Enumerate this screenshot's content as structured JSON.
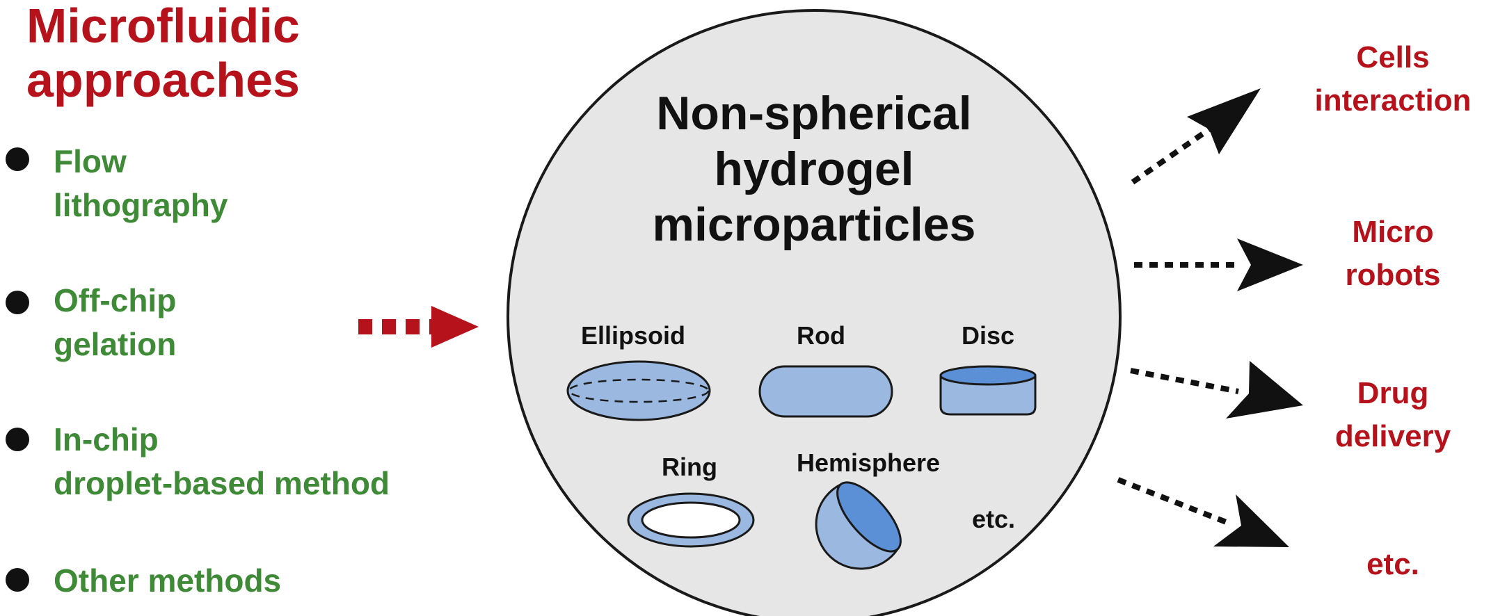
{
  "left": {
    "title_line1": "Microfluidic",
    "title_line2": "approaches",
    "methods": [
      {
        "line1": "Flow",
        "line2": "lithography"
      },
      {
        "line1": "Off-chip",
        "line2": "gelation"
      },
      {
        "line1": "In-chip",
        "line2": "droplet-based method"
      },
      {
        "line1": "Other methods",
        "line2": ""
      }
    ]
  },
  "center": {
    "title_line1": "Non-spherical",
    "title_line2": "hydrogel",
    "title_line3": "microparticles",
    "shapes": {
      "ellipsoid": "Ellipsoid",
      "rod": "Rod",
      "disc": "Disc",
      "ring": "Ring",
      "hemisphere": "Hemisphere",
      "etc": "etc."
    }
  },
  "applications": [
    {
      "line1": "Cells",
      "line2": "interaction"
    },
    {
      "line1": "Micro",
      "line2": "robots"
    },
    {
      "line1": "Drug",
      "line2": "delivery"
    },
    {
      "line1": "etc.",
      "line2": ""
    }
  ],
  "colors": {
    "title_red": "#b5121b",
    "method_green": "#3e8a36",
    "circle_fill": "#e6e6e6",
    "shape_fill": "#9ab8e0",
    "shape_dark": "#5b8fd6"
  }
}
